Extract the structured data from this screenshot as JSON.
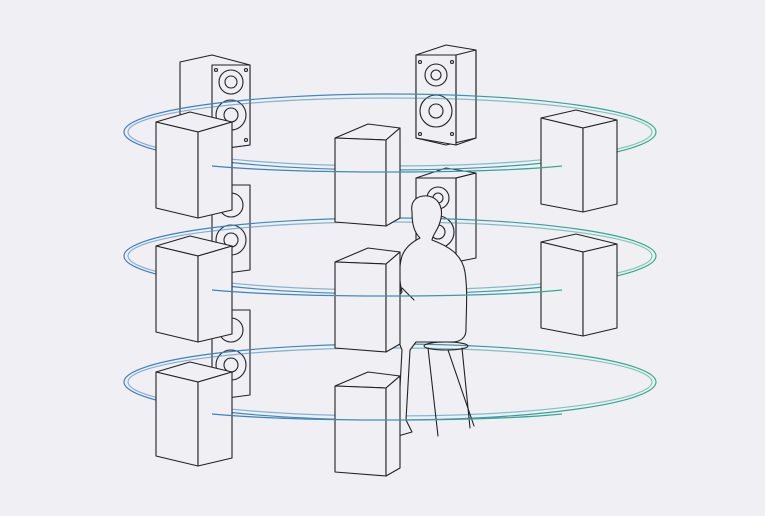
{
  "diagram": {
    "description_text": "",
    "colors": {
      "background": "#f0eff4",
      "outline": "#222222",
      "ring_blue": "#3b7fc4",
      "ring_teal": "#2fae8c"
    },
    "layers": [
      "upper",
      "middle",
      "lower"
    ],
    "icons": [
      "rear-speaker-icon",
      "listener-icon",
      "stool-icon",
      "speaker-box-icon"
    ]
  }
}
